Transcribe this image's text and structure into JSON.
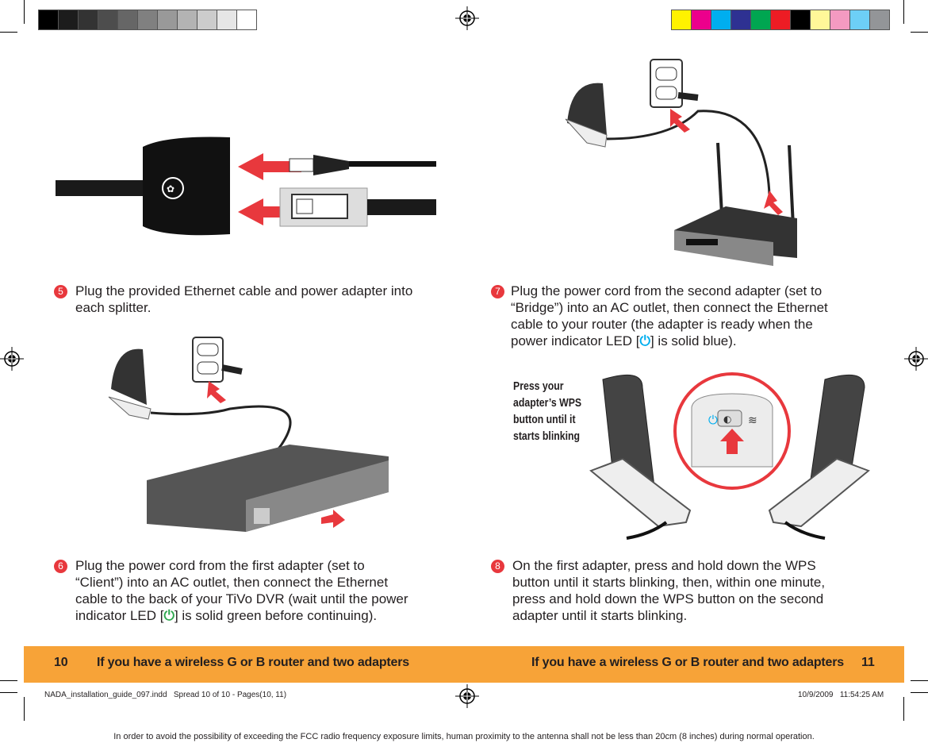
{
  "color_bars": {
    "gray": [
      "#000000",
      "#1c1c1c",
      "#333333",
      "#4d4d4d",
      "#666666",
      "#808080",
      "#999999",
      "#b3b3b3",
      "#cccccc",
      "#e6e6e6",
      "#ffffff"
    ],
    "process": [
      "#fff200",
      "#ec008c",
      "#00aeef",
      "#2e3192",
      "#00a651",
      "#ed1c24",
      "#000000",
      "#fff799",
      "#f49ac1",
      "#6dcff6",
      "#939598"
    ]
  },
  "steps": {
    "s5": {
      "num": "5",
      "text": "Plug the provided Ethernet cable and power adapter into each splitter."
    },
    "s6": {
      "num": "6",
      "line1": "Plug the power cord from the first adapter (set to",
      "line2": "“Client”) into an AC outlet, then connect the Ethernet",
      "line3": "cable to the back of your TiVo DVR (wait until the power",
      "line4a": "indicator LED [",
      "line4b": "] is solid green before continuing)."
    },
    "s7": {
      "num": "7",
      "line1": "Plug the power cord from the second adapter (set to",
      "line2": "“Bridge”) into an AC outlet, then connect the Ethernet",
      "line3": "cable to your router (the adapter is ready when the",
      "line4a": "power indicator LED [",
      "line4b": "] is solid blue)."
    },
    "s8": {
      "num": "8",
      "line1": "On the first adapter, press and hold down the WPS",
      "line2": "button until it starts blinking, then, within one minute,",
      "line3": "press and hold down the WPS button on the second",
      "line4": "adapter until it starts blinking."
    }
  },
  "callout": {
    "l1": "Press your",
    "l2": "adapter’s WPS",
    "l3": "button until it",
    "l4": "starts blinking"
  },
  "footer": {
    "left_page": "10",
    "left_title": "If you have a wireless G or B router and two adapters",
    "right_title": "If you have a wireless G or B router and two adapters",
    "right_page": "11",
    "bar_color": "#f7a338"
  },
  "slug": {
    "left": "NADA_installation_guide_097.indd   Spread 10 of 10 - Pages(10, 11)",
    "right": "10/9/2009   11:54:25 AM"
  },
  "fcc_notice": "In order to avoid the possibility of exceeding the FCC radio frequency exposure limits, human proximity to the antenna shall not be less than 20cm (8 inches) during normal operation.",
  "icons": {
    "power_led_green": "#2fa84f",
    "power_led_blue": "#00aeef",
    "arrow": "#e8383d"
  }
}
